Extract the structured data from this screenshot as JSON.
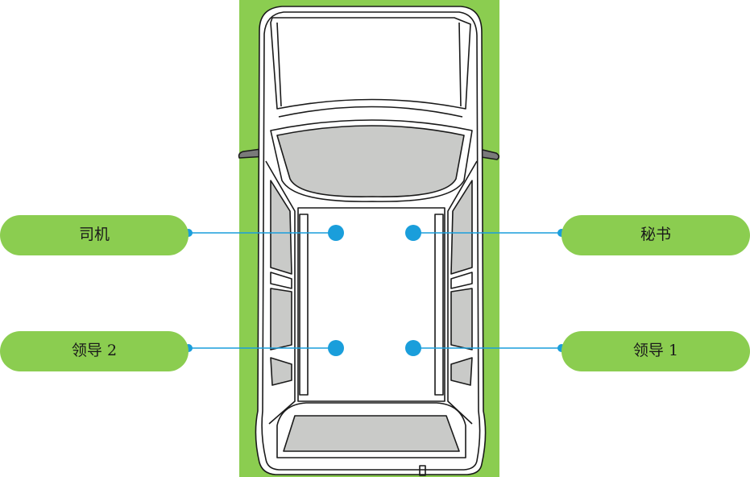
{
  "colors": {
    "background": "#ffffff",
    "ground": "#8bcd50",
    "car_body": "#ffffff",
    "car_outline": "#1a1a1a",
    "glass": "#c9cac8",
    "mirror": "#7a7a7a",
    "connector": "#1a9edb",
    "label_fill": "#8bcd50",
    "label_text": "#1a1a1a"
  },
  "seats": [
    {
      "id": "driver",
      "label": "司机",
      "side": "left"
    },
    {
      "id": "secretary",
      "label": "秘书",
      "side": "right"
    },
    {
      "id": "leader2",
      "label": "领导 2",
      "side": "left"
    },
    {
      "id": "leader1",
      "label": "领导 1",
      "side": "right"
    }
  ]
}
